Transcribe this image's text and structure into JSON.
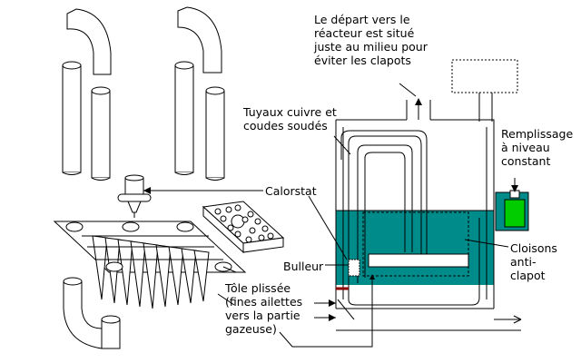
{
  "labels": {
    "depart": "Le départ vers le\nréacteur est situé\njuste au milieu pour\néviter les clapots",
    "tuyaux": "Tuyaux cuivre et\ncoudes soudés",
    "remplissage": "Remplissage\nà niveau\nconstant",
    "calorstat": "Calorstat",
    "bulleur": "Bulleur",
    "cloisons": "Cloisons\nanti-\nclapot",
    "tole": "Tôle plissée\n(fines ailettes\nvers la partie\ngazeuse)"
  },
  "colors": {
    "water": "#008b8b",
    "float_green": "#00cc00",
    "valve_red": "#8b0000",
    "line": "#000000"
  }
}
